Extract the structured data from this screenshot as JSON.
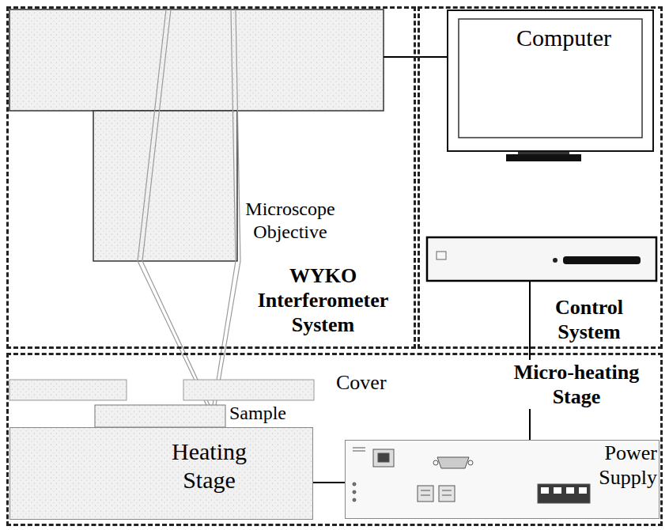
{
  "diagram": {
    "nodes": [
      {
        "text": [
          "WYKO Interferometer System"
        ]
      },
      {
        "text": [
          "Control System"
        ]
      },
      {
        "text": [
          "Micro-heating Stage"
        ]
      },
      {
        "text": [
          "Computer"
        ],
        "in": 1
      },
      {
        "text": [
          "Heating Stage"
        ],
        "in": 2
      },
      {
        "text": [
          "Power Supply"
        ],
        "in": 2
      }
    ],
    "edges": [
      {
        "from": 0,
        "to": 3,
        "arrow": "none"
      },
      {
        "from": 1,
        "to": 5,
        "arrow": "none"
      },
      {
        "from": 4,
        "to": 5,
        "arrow": "none"
      }
    ],
    "labels": [
      "Microscope Objective",
      "Cover",
      "Sample"
    ]
  }
}
